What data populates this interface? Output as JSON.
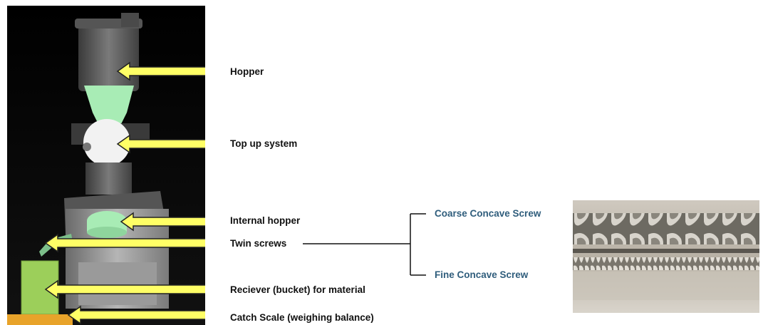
{
  "labels": {
    "hopper": "Hopper",
    "top_up": "Top up system",
    "internal_hopper": "Internal hopper",
    "twin_screws": "Twin screws",
    "receiver": "Reciever (bucket) for material",
    "catch_scale": "Catch Scale (weighing balance)"
  },
  "screws": {
    "coarse": "Coarse Concave Screw",
    "fine": "Fine Concave Screw"
  },
  "colors": {
    "arrow_fill": "#ffff66",
    "arrow_stroke": "#222222",
    "hopper_green": "#a8ecb5",
    "receiver_green": "#9ccf5a",
    "scale_orange": "#e8a32a",
    "screw_label": "#2f5d7c",
    "panel_dark": "#0a0a0a"
  }
}
